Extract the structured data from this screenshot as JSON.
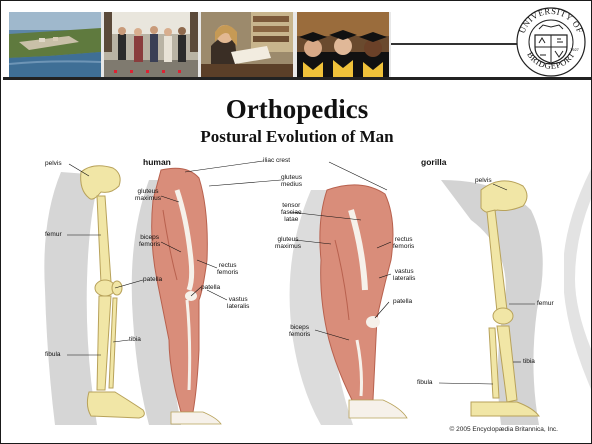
{
  "title": "Orthopedics",
  "subtitle": "Postural Evolution of Man",
  "logo": {
    "text_top": "UNIVERSITY OF",
    "text_bottom": "BRIDGEPORT",
    "year": "1927"
  },
  "figure": {
    "human_heading": "human",
    "gorilla_heading": "gorilla",
    "labels": {
      "pelvis_left": "pelvis",
      "femur_left": "femur",
      "patella_left": "patella",
      "tibia_left": "tibia",
      "fibula_left": "fibula",
      "gluteus_maximus_left": "gluteus\nmaximus",
      "biceps_femoris_left": "biceps\nfemoris",
      "patella_mid": "patella",
      "rectus_femoris_left": "rectus\nfemoris",
      "vastus_lateralis_left": "vastus\nlateralis",
      "iliac_crest": "iliac crest",
      "gluteus_medius": "gluteus\nmedius",
      "tensor_fasciae_latae": "tensor\nfasciae\nlatae",
      "gluteus_maximus_right": "gluteus\nmaximus",
      "rectus_femoris_right": "rectus\nfemoris",
      "vastus_lateralis_right": "vastus\nlateralis",
      "patella_right": "patella",
      "biceps_femoris_right": "biceps\nfemoris",
      "pelvis_right": "pelvis",
      "femur_right": "femur",
      "tibia_right": "tibia",
      "fibula_right": "fibula"
    },
    "copyright": "© 2005 Encyclopædia Britannica, Inc."
  },
  "colors": {
    "bone": "#f1e6a6",
    "bone_outline": "#b8a25a",
    "muscle": "#d98d7a",
    "muscle_dark": "#b8614e",
    "tendon": "#f6f1ea",
    "shadow": "#d4d4d4",
    "rule": "#222222"
  }
}
